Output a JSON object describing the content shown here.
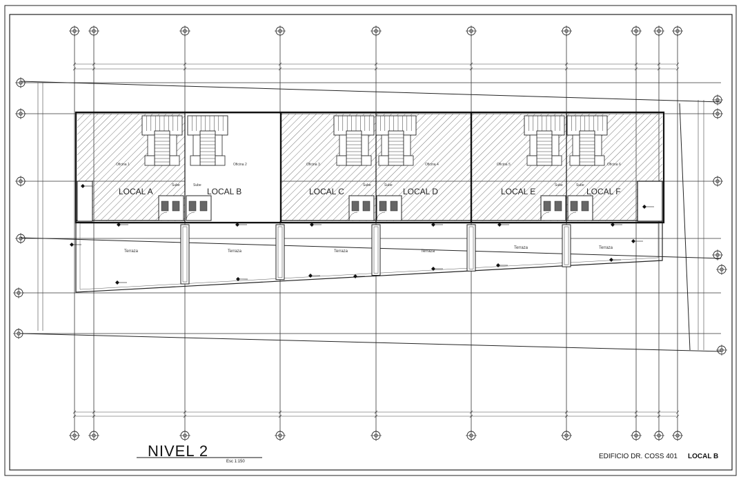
{
  "drawing": {
    "level_title": "NIVEL 2",
    "scale": "Esc 1:150",
    "building": "EDIFICIO DR. COSS 401",
    "sheet_label": "LOCAL B"
  },
  "locals": [
    {
      "label": "LOCAL A",
      "office": "Oficina 1",
      "hatched": true
    },
    {
      "label": "LOCAL B",
      "office": "Oficina 2",
      "hatched": false
    },
    {
      "label": "LOCAL C",
      "office": "Oficina 3",
      "hatched": true
    },
    {
      "label": "LOCAL D",
      "office": "Oficina 4",
      "hatched": true
    },
    {
      "label": "LOCAL E",
      "office": "Oficina 5",
      "hatched": true
    },
    {
      "label": "LOCAL F",
      "office": "Oficina 6",
      "hatched": true
    }
  ],
  "terraza_label": "Terraza",
  "sube_label": "Sube",
  "colors": {
    "line": "#1a1a1a",
    "hatch": "#555555",
    "paper": "#ffffff"
  }
}
